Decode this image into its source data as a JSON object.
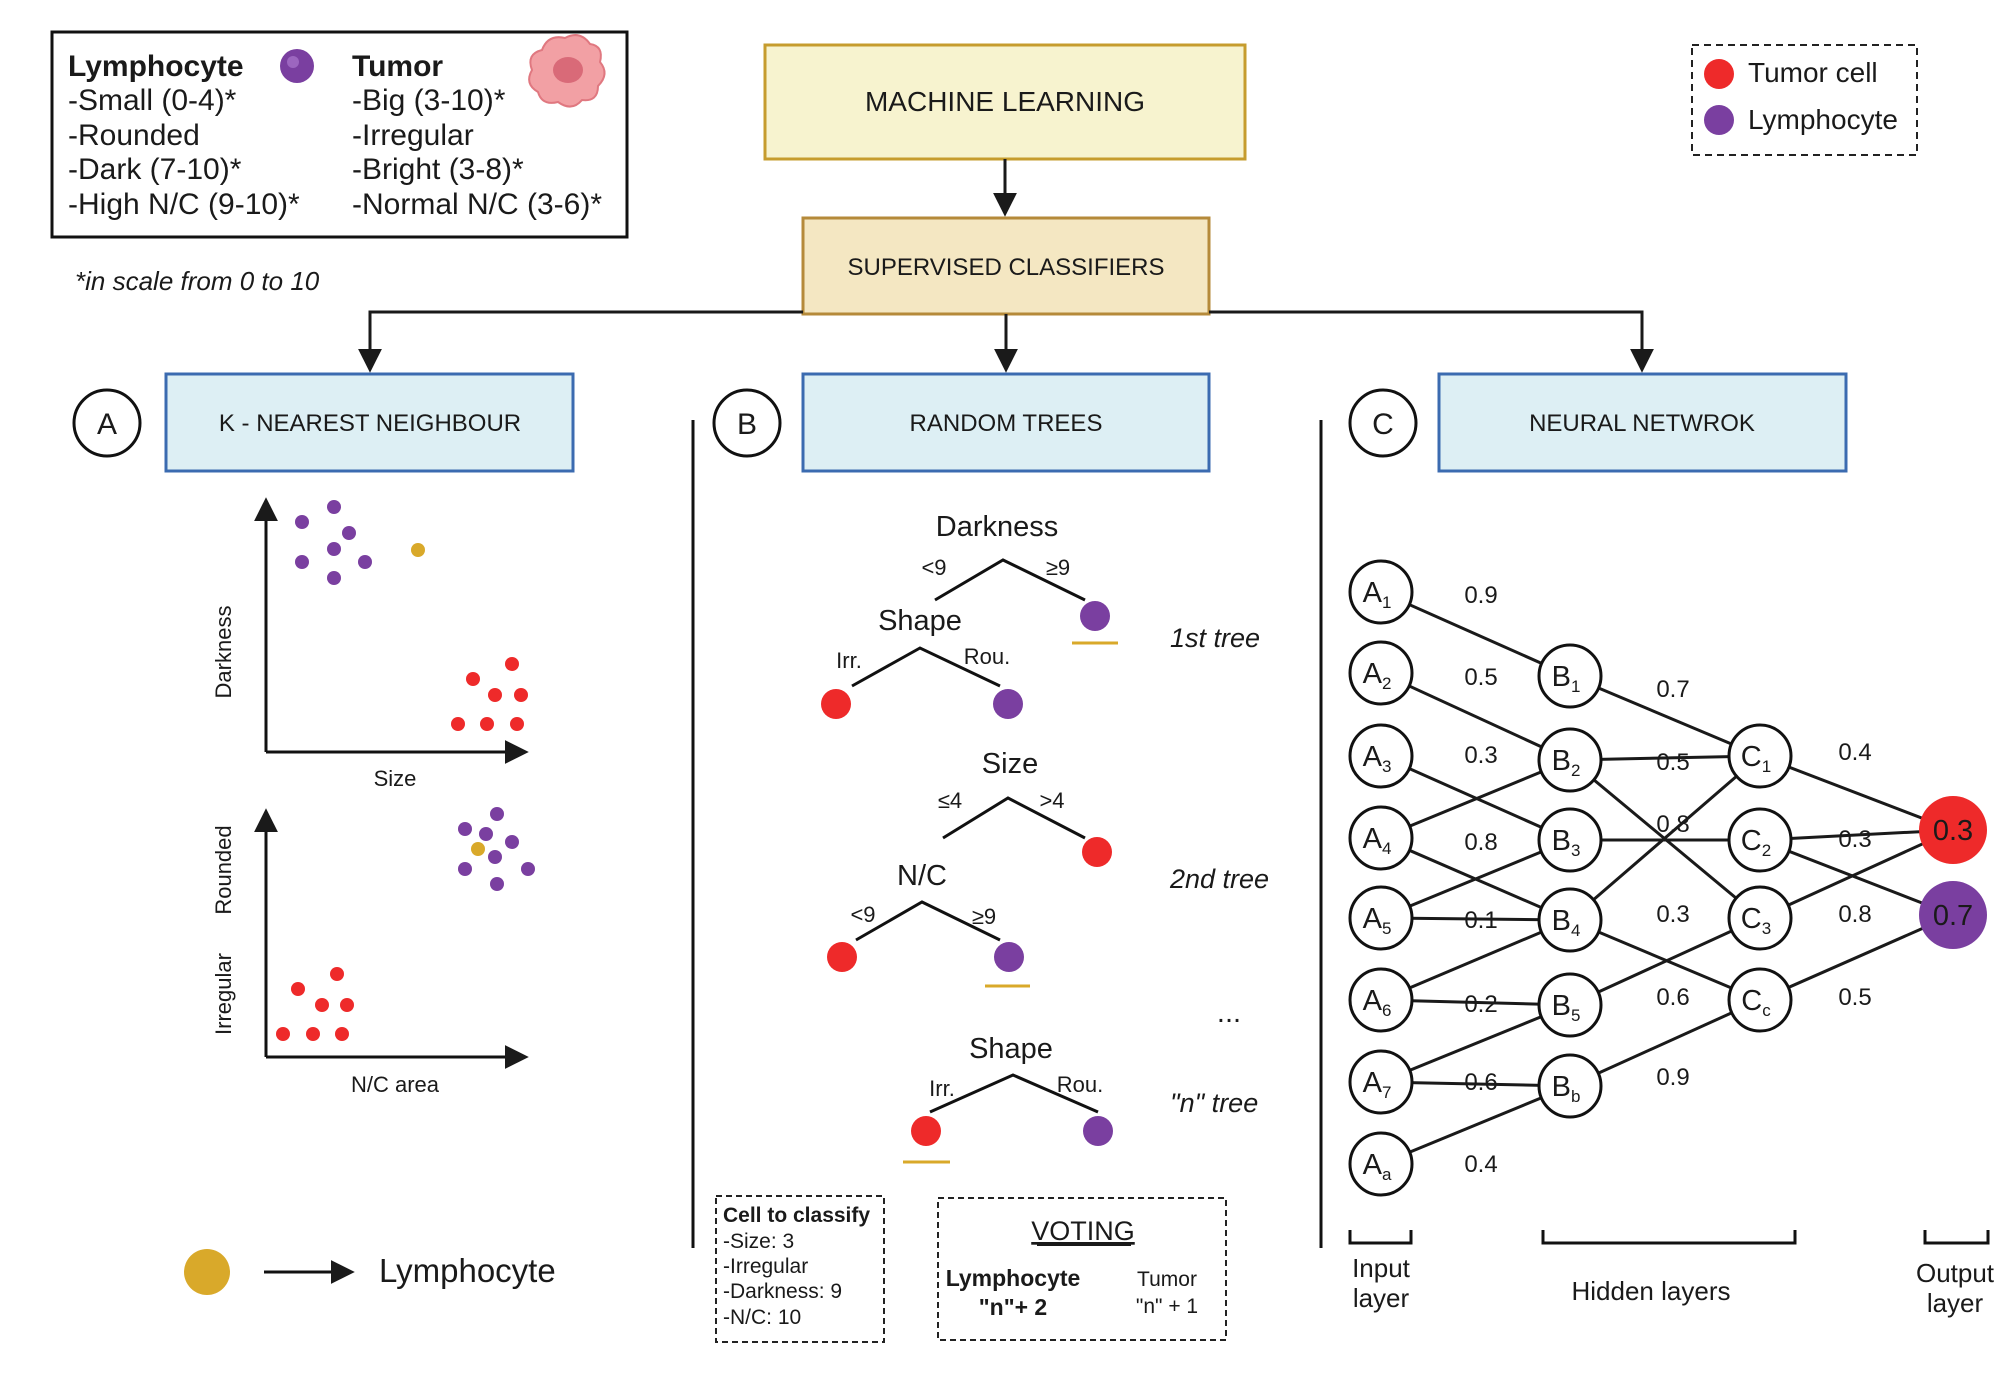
{
  "colors": {
    "tumor": "#EE2A2A",
    "lymph": "#7A3FA0",
    "gold": "#D9A92A",
    "ml_box_fill": "#F7F3CF",
    "ml_box_stroke": "#C69C2E",
    "sup_box_fill": "#F4E7C2",
    "sup_box_stroke": "#B58A3A",
    "method_box_fill": "#DDEFF4",
    "method_box_stroke": "#3B6BB0"
  },
  "header": {
    "ml": "MACHINE LEARNING",
    "supervised": "SUPERVISED CLASSIFIERS"
  },
  "legend_top_left": {
    "lymph_title": "Lymphocyte",
    "lymph_lines": [
      "-Small (0-4)*",
      "-Rounded",
      "-Dark (7-10)*",
      "-High N/C (9-10)*"
    ],
    "tumor_title": "Tumor",
    "tumor_lines": [
      "-Big (3-10)*",
      "-Irregular",
      "-Bright (3-8)*",
      "-Normal N/C (3-6)*"
    ],
    "note": "*in scale from 0 to 10"
  },
  "legend_top_right": {
    "tumor": "Tumor cell",
    "lymph": "Lymphocyte"
  },
  "panel_a": {
    "letter": "A",
    "title": "K - NEAREST NEIGHBOUR",
    "plot1": {
      "ylabel": "Darkness",
      "xlabel": "Size"
    },
    "plot2": {
      "ylabel_top": "Rounded",
      "ylabel_bottom": "Irregular",
      "xlabel": "N/C area"
    },
    "result": "Lymphocyte"
  },
  "panel_b": {
    "letter": "B",
    "title": "RANDOM TREES",
    "tree1": {
      "root": "Darkness",
      "left": "<9",
      "right": "≥9",
      "sub": "Shape",
      "sub_left": "Irr.",
      "sub_right": "Rou.",
      "name": "1st tree"
    },
    "tree2": {
      "root": "Size",
      "left": "≤4",
      "right": ">4",
      "sub": "N/C",
      "sub_left": "<9",
      "sub_right": "≥9",
      "name": "2nd tree"
    },
    "ellipsis": "...",
    "tree3": {
      "root": "Shape",
      "left": "Irr.",
      "right": "Rou.",
      "name": "\"n\" tree"
    },
    "classify": {
      "title": "Cell to classify",
      "lines": [
        "-Size: 3",
        "-Irregular",
        "-Darkness: 9",
        "-N/C: 10"
      ]
    },
    "voting": {
      "title": "VOTING",
      "lymph_label": "Lymphocyte",
      "lymph_count": "\"n\"+ 2",
      "tumor_label": "Tumor",
      "tumor_count": "\"n\" + 1"
    }
  },
  "panel_c": {
    "letter": "C",
    "title": "NEURAL NETWROK",
    "input_nodes": [
      {
        "base": "A",
        "sub": "1"
      },
      {
        "base": "A",
        "sub": "2"
      },
      {
        "base": "A",
        "sub": "3"
      },
      {
        "base": "A",
        "sub": "4"
      },
      {
        "base": "A",
        "sub": "5"
      },
      {
        "base": "A",
        "sub": "6"
      },
      {
        "base": "A",
        "sub": "7"
      },
      {
        "base": "A",
        "sub": "a"
      }
    ],
    "hidden1_nodes": [
      {
        "base": "B",
        "sub": "1"
      },
      {
        "base": "B",
        "sub": "2"
      },
      {
        "base": "B",
        "sub": "3"
      },
      {
        "base": "B",
        "sub": "4"
      },
      {
        "base": "B",
        "sub": "5"
      },
      {
        "base": "B",
        "sub": "b"
      }
    ],
    "hidden2_nodes": [
      {
        "base": "C",
        "sub": "1"
      },
      {
        "base": "C",
        "sub": "2"
      },
      {
        "base": "C",
        "sub": "3"
      },
      {
        "base": "C",
        "sub": "c"
      }
    ],
    "output_values": [
      "0.3",
      "0.7"
    ],
    "weights_in": [
      "0.9",
      "0.5",
      "0.3",
      "0.8",
      "0.1",
      "0.2",
      "0.6",
      "0.4"
    ],
    "weights_mid": [
      "0.7",
      "0.5",
      "0.8",
      "0.3",
      "0.6",
      "0.9"
    ],
    "weights_out": [
      "0.4",
      "0.3",
      "0.8",
      "0.5"
    ],
    "layers": {
      "input_1": "Input",
      "input_2": "layer",
      "hidden": "Hidden layers",
      "output_1": "Output",
      "output_2": "layer"
    }
  }
}
